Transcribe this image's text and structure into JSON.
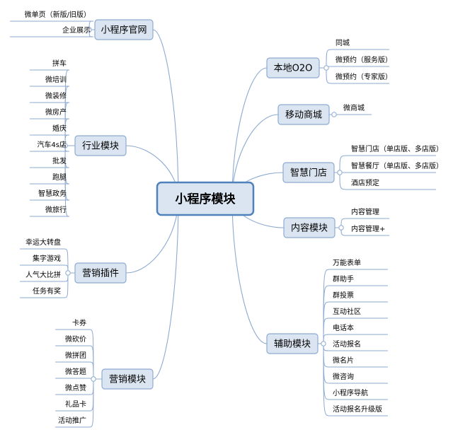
{
  "root": {
    "id": "root",
    "label": "小程序模块"
  },
  "branches": [
    {
      "id": "b-official-site",
      "label": "小程序官网",
      "leaves": [
        "微单页（新版/旧版）",
        "企业展示"
      ]
    },
    {
      "id": "b-industry",
      "label": "行业模块",
      "leaves": [
        "拼车",
        "微培训",
        "微装修",
        "微房产",
        "婚庆",
        "汽车4s店",
        "批发",
        "跑腿",
        "智慧政务",
        "微旅行"
      ]
    },
    {
      "id": "b-marketing-plugins",
      "label": "营销插件",
      "leaves": [
        "幸运大转盘",
        "集字游戏",
        "人气大比拼",
        "任务有奖"
      ]
    },
    {
      "id": "b-marketing-modules",
      "label": "营销模块",
      "leaves": [
        "卡券",
        "微砍价",
        "微拼团",
        "微答题",
        "微点赞",
        "礼品卡",
        "活动推广"
      ]
    },
    {
      "id": "b-local-o2o",
      "label": "本地O2O",
      "leaves": [
        "同城",
        "微预约（服务版）",
        "微预约（专家版）"
      ]
    },
    {
      "id": "b-mobile-mall",
      "label": "移动商城",
      "leaves": [
        "微商城"
      ]
    },
    {
      "id": "b-smart-store",
      "label": "智慧门店",
      "leaves": [
        "智慧门店（单店版、多店版）",
        "智慧餐厅（单店版、多店版）",
        "酒店预定"
      ]
    },
    {
      "id": "b-content",
      "label": "内容模块",
      "leaves": [
        "内容管理",
        "内容管理+"
      ]
    },
    {
      "id": "b-auxiliary",
      "label": "辅助模块",
      "leaves": [
        "万能表单",
        "群助手",
        "群投票",
        "互动社区",
        "电话本",
        "活动报名",
        "微名片",
        "微咨询",
        "小程序导航",
        "活动报名升级版"
      ]
    }
  ],
  "colors": {
    "node_fill": "#dbe5f1",
    "node_stroke": "#8eaad1",
    "root_fill": "#dbe5f1",
    "root_stroke": "#4f81bd",
    "line": "#8eaad1",
    "text": "#000000"
  }
}
